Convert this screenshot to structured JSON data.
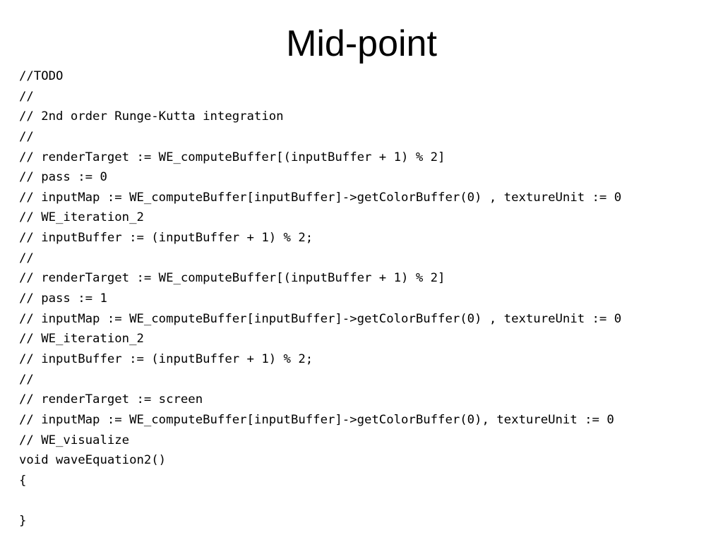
{
  "slide": {
    "title": "Mid-point",
    "code_lines": [
      "//TODO",
      "//",
      "// 2nd order Runge-Kutta integration",
      "//",
      "// renderTarget := WE_computeBuffer[(inputBuffer + 1) % 2]",
      "// pass := 0",
      "// inputMap := WE_computeBuffer[inputBuffer]->getColorBuffer(0) , textureUnit := 0",
      "// WE_iteration_2",
      "// inputBuffer := (inputBuffer + 1) % 2;",
      "//",
      "// renderTarget := WE_computeBuffer[(inputBuffer + 1) % 2]",
      "// pass := 1",
      "// inputMap := WE_computeBuffer[inputBuffer]->getColorBuffer(0) , textureUnit := 0",
      "// WE_iteration_2",
      "// inputBuffer := (inputBuffer + 1) % 2;",
      "//",
      "// renderTarget := screen",
      "// inputMap := WE_computeBuffer[inputBuffer]->getColorBuffer(0), textureUnit := 0",
      "// WE_visualize",
      "void waveEquation2()",
      "{",
      "",
      "}"
    ]
  }
}
